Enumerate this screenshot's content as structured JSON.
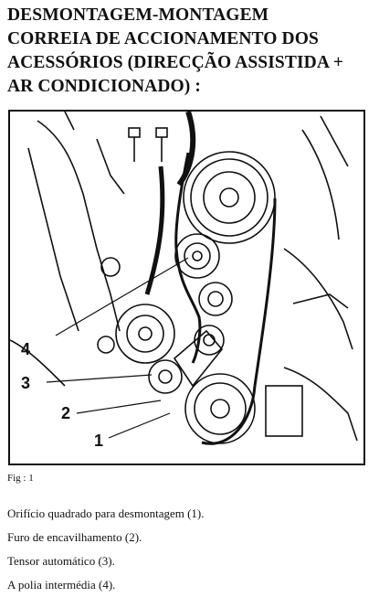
{
  "heading": {
    "lines": [
      "DESMONTAGEM-MONTAGEM",
      "CORREIA DE ACCIONAMENTO DOS",
      "ACESSÓRIOS (DIRECÇÃO ASSISTIDA +",
      "AR CONDICIONADO) :"
    ]
  },
  "figure": {
    "callouts": [
      "4",
      "3",
      "2",
      "1"
    ],
    "caption": "Fig : 1"
  },
  "legend": [
    "Orifício quadrado para desmontagem (1).",
    "Furo de encavilhamento (2).",
    "Tensor automático (3).",
    "A polia intermédia (4)."
  ]
}
